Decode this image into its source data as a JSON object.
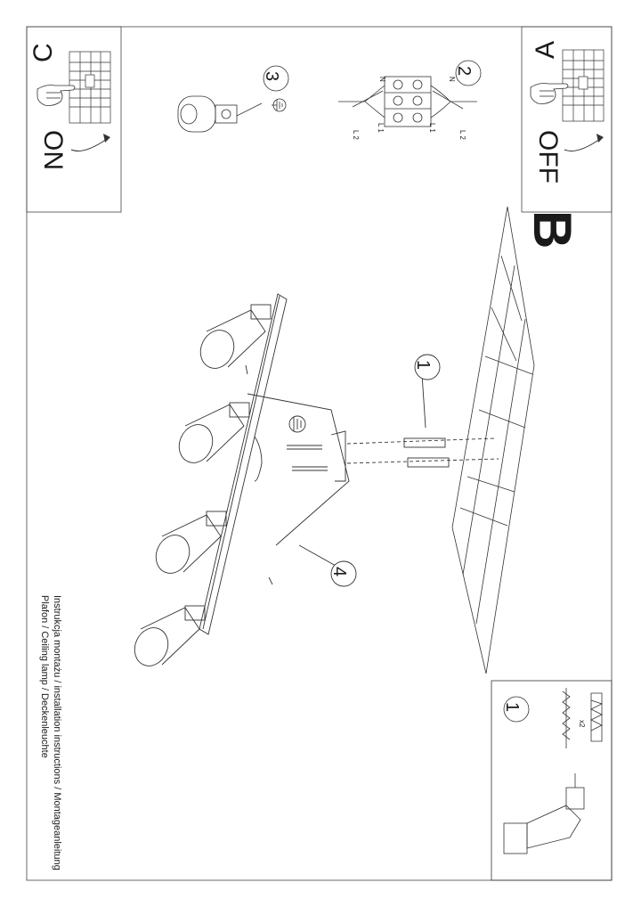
{
  "panels": {
    "a": {
      "letter": "A",
      "state": "OFF"
    },
    "c": {
      "letter": "C",
      "state": "ON"
    },
    "b": {
      "letter": "B"
    }
  },
  "steps": {
    "s1": "1",
    "s2": "2",
    "s3": "3",
    "s4": "4",
    "s1_kit": "1"
  },
  "wiring": {
    "n_left": "N",
    "n_right": "N",
    "l1_a": "L 1",
    "l2_a": "L 2",
    "l1_b": "L 1",
    "l2_b": "L 2"
  },
  "kit": {
    "quantity": "x2"
  },
  "caption": {
    "line1": "Instrukcja montażu / installation instructions / Montageanleitung",
    "line2": "Plafon / Ceiling lamp / Deckenleuchte"
  },
  "icons": [
    "ground-symbol",
    "circuit-breaker",
    "hand-pointer",
    "curved-arrow",
    "drill",
    "screw",
    "wall-plug"
  ]
}
